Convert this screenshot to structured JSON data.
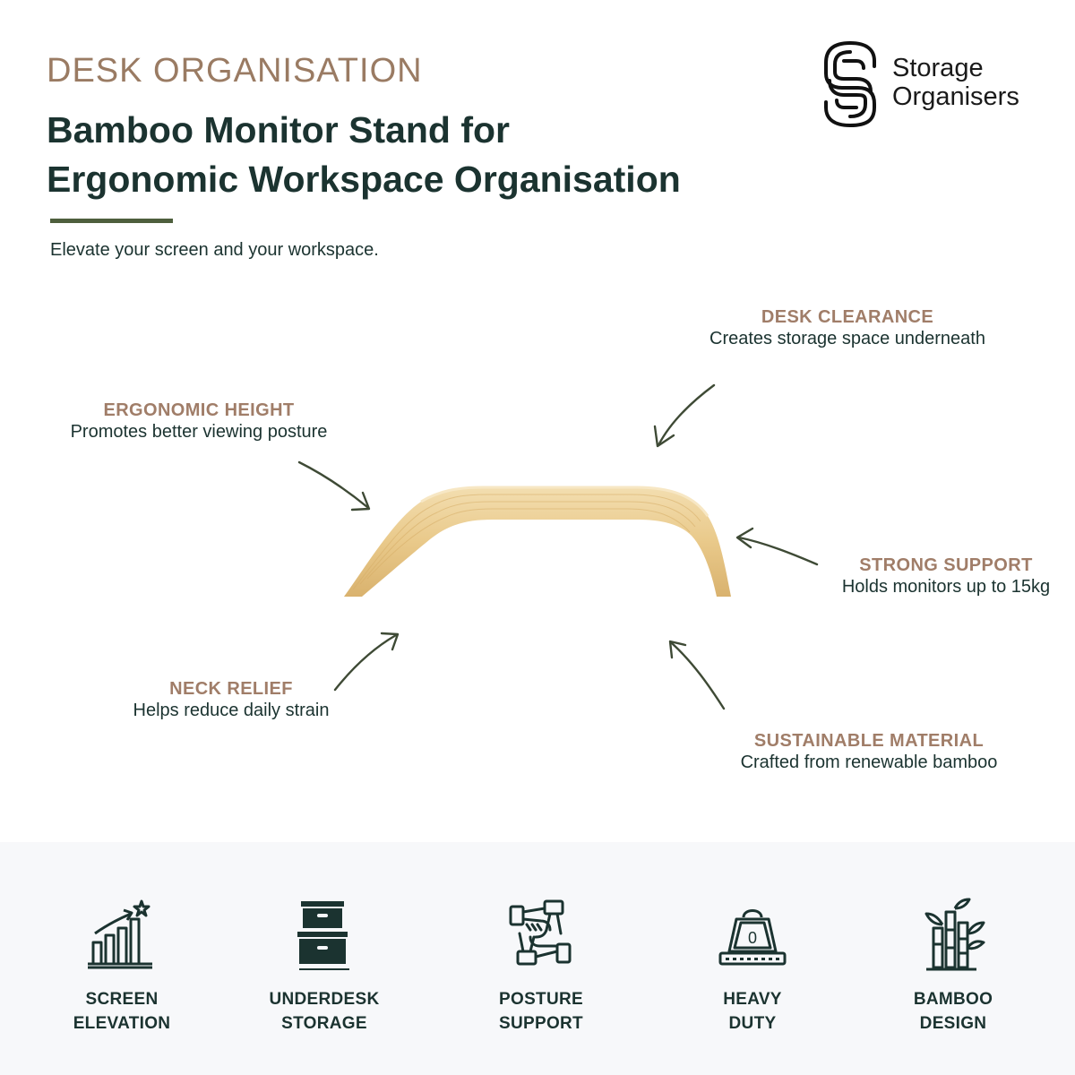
{
  "header": {
    "eyebrow": "DESK ORGANISATION",
    "title_line1": "Bamboo Monitor Stand for",
    "title_line2": "Ergonomic Workspace Organisation",
    "subtitle": "Elevate your screen and your workspace."
  },
  "logo": {
    "line1": "Storage",
    "line2": "Organisers",
    "icon": "interlocking-s-logo"
  },
  "callouts": {
    "desk_clearance": {
      "heading": "DESK CLEARANCE",
      "desc": "Creates storage space underneath"
    },
    "ergonomic_height": {
      "heading": "ERGONOMIC HEIGHT",
      "desc": "Promotes better viewing posture"
    },
    "strong_support": {
      "heading": "STRONG SUPPORT",
      "desc": "Holds monitors up to 15kg"
    },
    "neck_relief": {
      "heading": "NECK RELIEF",
      "desc": "Helps reduce daily strain"
    },
    "sustainable_material": {
      "heading": "SUSTAINABLE MATERIAL",
      "desc": "Crafted from renewable bamboo"
    }
  },
  "features": [
    {
      "line1": "SCREEN",
      "line2": "ELEVATION",
      "icon": "rising-bar-chart-icon"
    },
    {
      "line1": "UNDERDESK",
      "line2": "STORAGE",
      "icon": "storage-boxes-icon"
    },
    {
      "line1": "POSTURE",
      "line2": "SUPPORT",
      "icon": "joined-hands-icon"
    },
    {
      "line1": "HEAVY",
      "line2": "DUTY",
      "icon": "weight-icon"
    },
    {
      "line1": "BAMBOO",
      "line2": "DESIGN",
      "icon": "bamboo-icon"
    }
  ],
  "colors": {
    "accent_brown": "#a07d68",
    "dark_text": "#1b3330",
    "olive": "#4e5f3d",
    "arrow": "#3e4a35",
    "footer_bg": "#f7f8fa",
    "bamboo_light": "#f0d9a8",
    "bamboo_dark": "#d8b26c"
  }
}
